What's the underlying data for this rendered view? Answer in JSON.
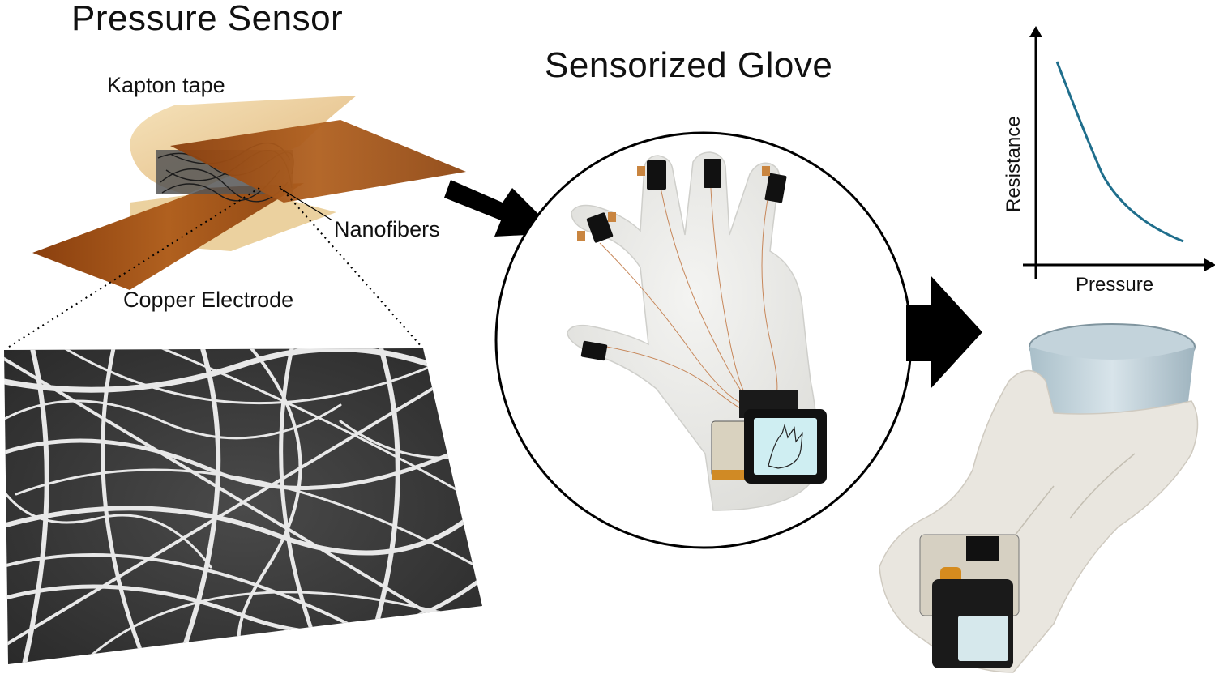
{
  "titles": {
    "pressure_sensor": "Pressure Sensor",
    "sensorized_glove": "Sensorized Glove"
  },
  "sensor_labels": {
    "kapton_tape": "Kapton tape",
    "nanofibers": "Nanofibers",
    "copper_electrode": "Copper Electrode"
  },
  "graph": {
    "x_label": "Pressure",
    "y_label": "Resistance",
    "curve_color": "#1f6e8c"
  },
  "colors": {
    "copper": "#9a4a14",
    "kapton": "#e2b873",
    "arrow": "#000000",
    "glove": "#ededea",
    "fiber_bg": "#3a3a3a",
    "fiber": "#e6e6e6"
  }
}
